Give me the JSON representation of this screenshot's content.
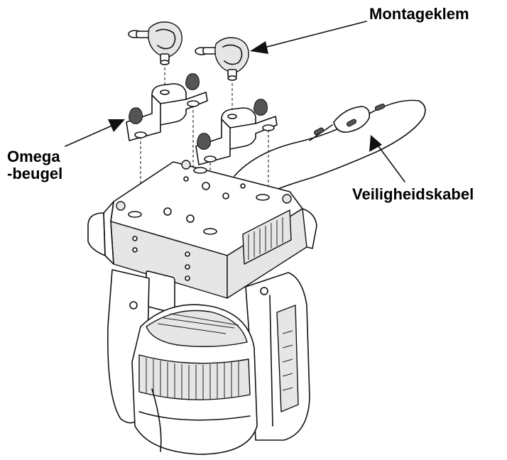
{
  "labels": {
    "clamp": "Montageklem",
    "omega_line1": "Omega",
    "omega_line2": "-beugel",
    "safety_cable": "Veiligheidskabel"
  },
  "colors": {
    "ink": "#111111",
    "background": "#ffffff",
    "shade": "#e6e6e6"
  }
}
